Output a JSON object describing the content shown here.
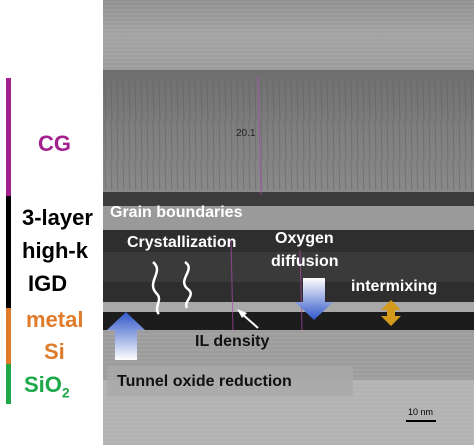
{
  "layers": [
    {
      "id": "cg",
      "label": "CG",
      "color": "#a3208f"
    },
    {
      "id": "highk1",
      "label": "3-layer",
      "color": "#000000"
    },
    {
      "id": "highk2",
      "label": "high-k",
      "color": "#000000"
    },
    {
      "id": "highk3",
      "label": "IGD",
      "color": "#000000"
    },
    {
      "id": "metal",
      "label": "metal",
      "color": "#e07b2a"
    },
    {
      "id": "si",
      "label": "Si",
      "color": "#e07b2a"
    },
    {
      "id": "sio2",
      "label": "SiO",
      "sub": "2",
      "color": "#1fa84a"
    }
  ],
  "annotations": {
    "grain_boundaries": "Grain boundaries",
    "crystallization": "Crystallization",
    "oxygen": "Oxygen",
    "diffusion": "diffusion",
    "intermixing": "intermixing",
    "il_density": "IL density",
    "tunnel_oxide": "Tunnel oxide reduction",
    "scale_bar": "10 nm",
    "image_number": "20.1"
  },
  "colors": {
    "blue_arrow": "#2f56c8",
    "orange_arrow": "#d39a1b"
  }
}
